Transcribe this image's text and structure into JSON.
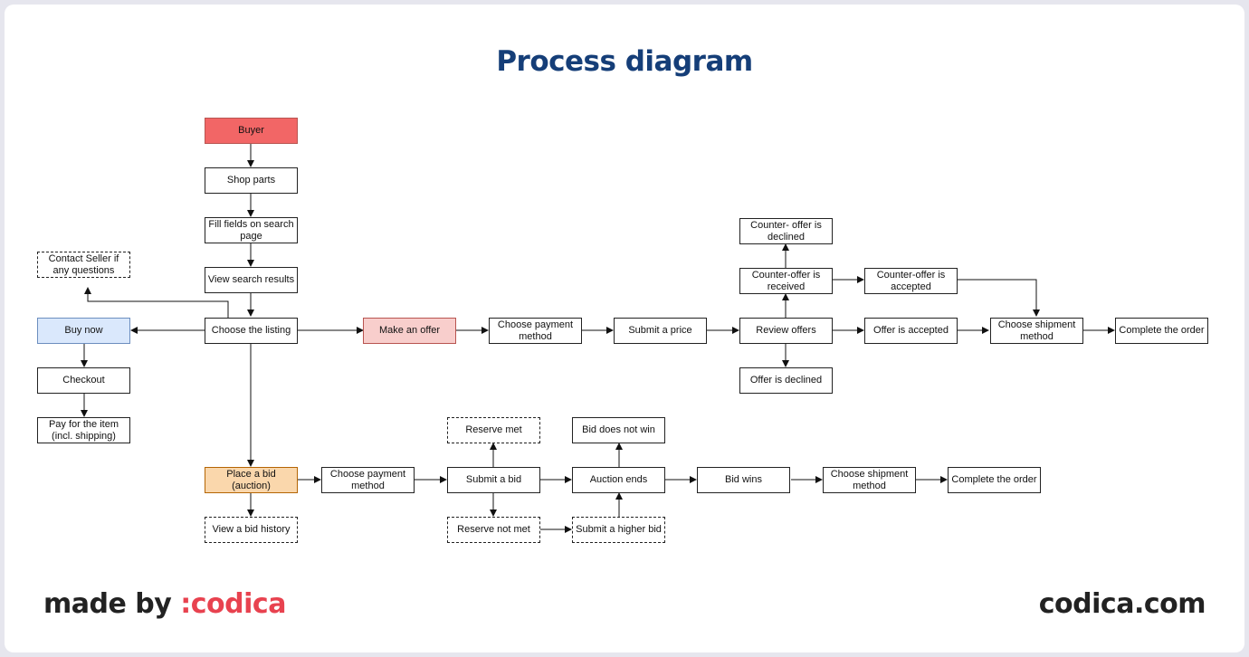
{
  "title": "Process diagram",
  "footer": {
    "made_by": "made by",
    "brand": ":codica",
    "site": "codica.com"
  },
  "colors": {
    "title": "#153e78",
    "brand": "#e8424f",
    "buyer": "#f26666",
    "buy_now": "#dae8fc",
    "make_offer": "#f8cecc",
    "place_bid": "#fad7ac"
  },
  "nodes": {
    "buyer": "Buyer",
    "shop_parts": "Shop parts",
    "fill_fields": "Fill fields on search page",
    "view_results": "View search results",
    "contact_seller": "Contact Seller if any questions",
    "choose_listing": "Choose the listing",
    "buy_now": "Buy now",
    "checkout": "Checkout",
    "pay_item": "Pay for the item (incl. shipping)",
    "make_offer": "Make an offer",
    "choose_payment_offer": "Choose payment method",
    "submit_price": "Submit a price",
    "review_offers": "Review offers",
    "counter_received": "Counter-offer is received",
    "counter_declined": "Counter- offer is declined",
    "counter_accepted": "Counter-offer is accepted",
    "offer_accepted": "Offer is accepted",
    "offer_declined": "Offer is declined",
    "choose_shipment_offer": "Choose shipment method",
    "complete_order_offer": "Complete the order",
    "place_bid": "Place a bid (auction)",
    "view_bid_history": "View a bid history",
    "choose_payment_bid": "Choose payment method",
    "submit_bid": "Submit a bid",
    "reserve_met": "Reserve met",
    "reserve_not_met": "Reserve not met",
    "auction_ends": "Auction ends",
    "bid_not_win": "Bid does not win",
    "submit_higher": "Submit a higher bid",
    "bid_wins": "Bid wins",
    "choose_shipment_bid": "Choose shipment method",
    "complete_order_bid": "Complete the order"
  }
}
